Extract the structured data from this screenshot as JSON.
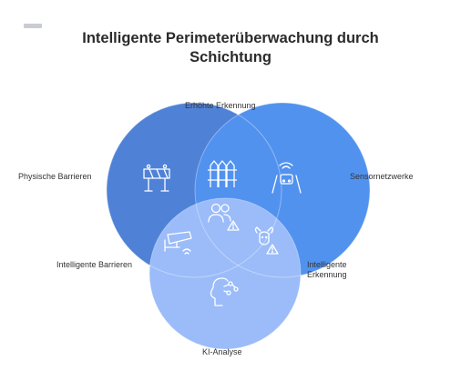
{
  "title_line1": "Intelligente Perimeterüberwachung durch",
  "title_line2": "Schichtung",
  "labels": {
    "top": "Erhöhte Erkennung",
    "left": "Physische Barrieren",
    "right": "Sensornetzwerke",
    "mid_left": "Intelligente Barrieren",
    "mid_right_line1": "Intelligente",
    "mid_right_line2": "Erkennung",
    "bottom": "KI-Analyse"
  },
  "colors": {
    "physical": "#4f82d6",
    "sensor": "#5292ef",
    "ai": "#9bbcf9"
  },
  "icons": [
    "barrier-icon",
    "fence-icon",
    "camera-sensor-icon",
    "people-alert-icon",
    "cctv-camera-icon",
    "animal-alert-icon",
    "ai-head-icon"
  ]
}
